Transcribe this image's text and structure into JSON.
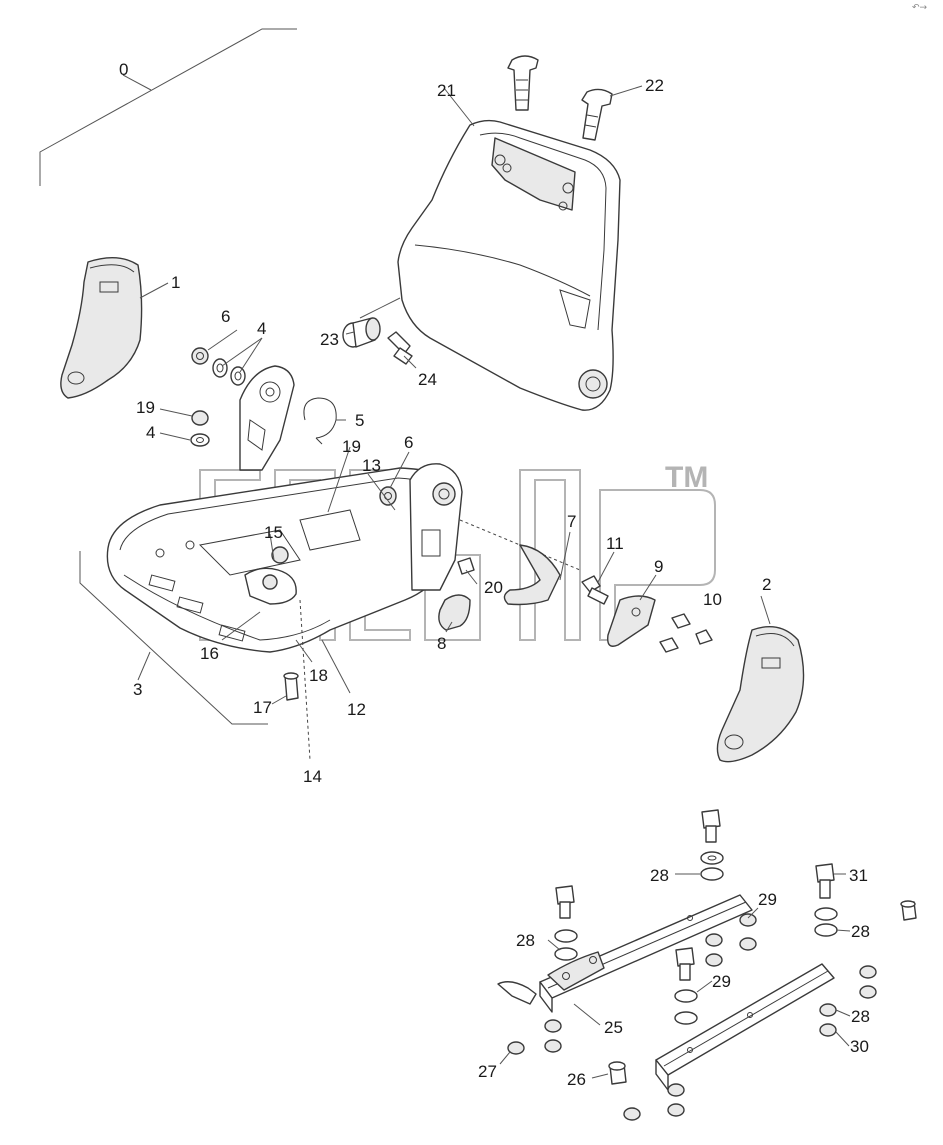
{
  "watermark": {
    "trademark": "TM"
  },
  "corner_mark": "↶→",
  "callouts": {
    "c0": "0",
    "c1": "1",
    "c2": "2",
    "c3": "3",
    "c4a": "4",
    "c4b": "4",
    "c5": "5",
    "c6a": "6",
    "c6b": "6",
    "c7": "7",
    "c8": "8",
    "c9": "9",
    "c10": "10",
    "c11": "11",
    "c12": "12",
    "c13": "13",
    "c14": "14",
    "c15": "15",
    "c16": "16",
    "c17": "17",
    "c18": "18",
    "c19a": "19",
    "c19b": "19",
    "c20": "20",
    "c21": "21",
    "c22": "22",
    "c23": "23",
    "c24": "24",
    "c25": "25",
    "c26": "26",
    "c27": "27",
    "c28a": "28",
    "c28b": "28",
    "c28c": "28",
    "c28d": "28",
    "c29a": "29",
    "c29b": "29",
    "c30": "30",
    "c31": "31"
  }
}
